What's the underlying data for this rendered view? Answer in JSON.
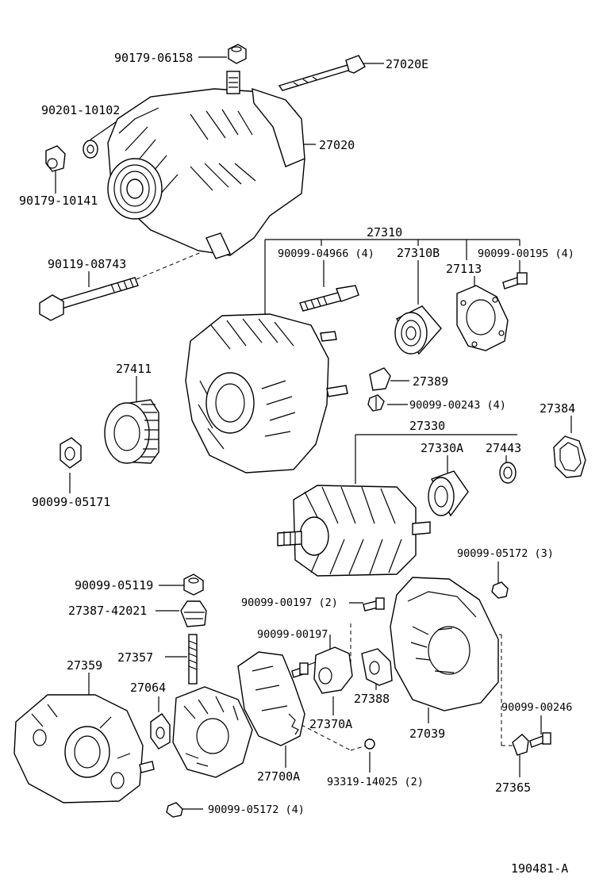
{
  "labels": {
    "p90179_06158": "90179-06158",
    "p27020E": "27020E",
    "p90201_10102": "90201-10102",
    "p27020": "27020",
    "p90179_10141": "90179-10141",
    "p27310": "27310",
    "p90099_04966": "90099-04966 (4)",
    "p27310B": "27310B",
    "p90099_00195": "90099-00195 (4)",
    "p27113": "27113",
    "p90119_08743": "90119-08743",
    "p27389": "27389",
    "p27411": "27411",
    "p90099_00243": "90099-00243 (4)",
    "p27384": "27384",
    "p27330": "27330",
    "p27330A": "27330A",
    "p27443": "27443",
    "p90099_05171": "90099-05171",
    "p90099_05172_3": "90099-05172 (3)",
    "p90099_05119": "90099-05119",
    "p27387_42021": "27387-42021",
    "p90099_00197_2": "90099-00197 (2)",
    "p90099_00197": "90099-00197",
    "p27357": "27357",
    "p27359": "27359",
    "p27064": "27064",
    "p27388": "27388",
    "p27370A": "27370A",
    "p27039": "27039",
    "p90099_00246": "90099-00246",
    "p27700A": "27700A",
    "p93319_14025": "93319-14025 (2)",
    "p27365": "27365",
    "p90099_05172_4": "90099-05172 (4)",
    "diagram_id": "190481-A"
  }
}
